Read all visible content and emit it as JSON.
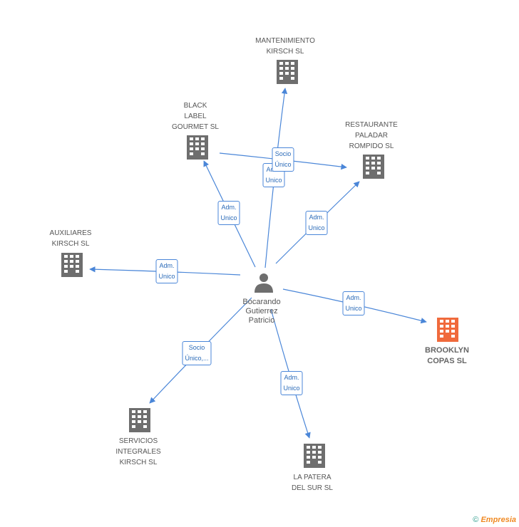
{
  "center": {
    "name": "Bocarando\nGutierrez\nPatricio"
  },
  "companies": [
    {
      "id": "mantenimiento",
      "name": "MANTENIMIENTO\nKIRSCH SL",
      "focus": false
    },
    {
      "id": "black-label",
      "name": "BLACK\nLABEL\nGOURMET SL",
      "focus": false
    },
    {
      "id": "restaurante",
      "name": "RESTAURANTE\nPALADAR\nROMPIDO  SL",
      "focus": false
    },
    {
      "id": "auxiliares",
      "name": "AUXILIARES\nKIRSCH SL",
      "focus": false
    },
    {
      "id": "brooklyn",
      "name": "BROOKLYN\nCOPAS SL",
      "focus": true
    },
    {
      "id": "servicios",
      "name": "SERVICIOS\nINTEGRALES\nKIRSCH SL",
      "focus": false
    },
    {
      "id": "la-patera",
      "name": "LA PATERA\nDEL SUR SL",
      "focus": false
    }
  ],
  "edges": [
    {
      "to": "mantenimiento",
      "label": "Adm.\nUnico"
    },
    {
      "to": "black-label",
      "label": "Adm.\nUnico"
    },
    {
      "to": "restaurante",
      "label": "Adm.\nUnico"
    },
    {
      "to": "restaurante",
      "label": "Socio\nÚnico",
      "from": "black-label"
    },
    {
      "to": "auxiliares",
      "label": "Adm.\nUnico"
    },
    {
      "to": "brooklyn",
      "label": "Adm.\nUnico"
    },
    {
      "to": "servicios",
      "label": "Socio\nÚnico,..."
    },
    {
      "to": "la-patera",
      "label": "Adm.\nUnico"
    }
  ],
  "colors": {
    "edge": "#4a86d8",
    "building": "#6e6e6e",
    "focus_building": "#f06a3c",
    "person": "#6e6e6e"
  },
  "footer": {
    "copyright": "©",
    "brand": "Empresia"
  }
}
